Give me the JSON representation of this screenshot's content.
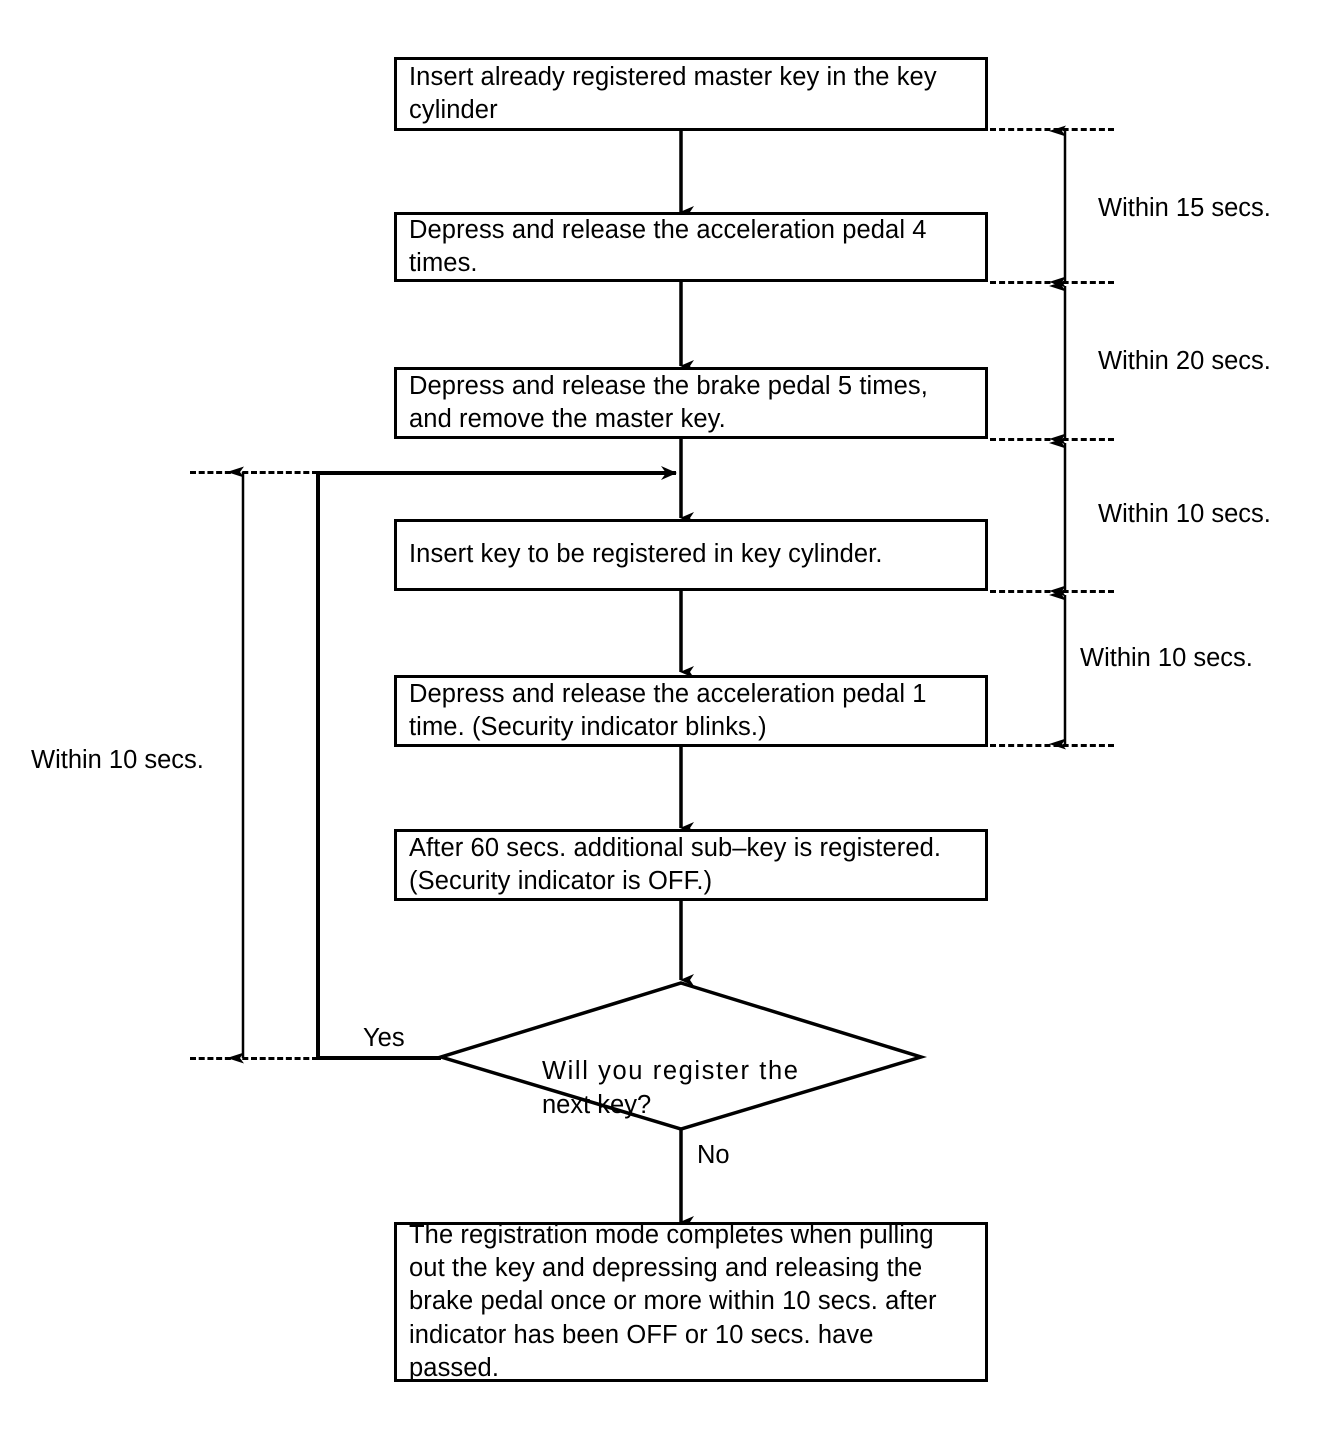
{
  "diagram": {
    "title": "Additional key registration procedure flowchart",
    "type": "flowchart",
    "line_color": "#000000",
    "background": "#ffffff"
  },
  "nodes": {
    "step1": {
      "shape": "process",
      "text": "Insert already registered master key in the key\ncylinder"
    },
    "step2": {
      "shape": "process",
      "text": "Depress and release the acceleration pedal 4\ntimes."
    },
    "step3": {
      "shape": "process",
      "text": "Depress and release the brake pedal 5 times,\nand remove the master key."
    },
    "step4": {
      "shape": "process",
      "text": "Insert key to be registered in key cylinder."
    },
    "step5": {
      "shape": "process",
      "text": "Depress and release the acceleration pedal 1\ntime. (Security indicator blinks.)"
    },
    "step6": {
      "shape": "process",
      "text": "After 60 secs. additional sub–key is registered.\n(Security indicator is OFF.)"
    },
    "decision": {
      "shape": "diamond",
      "line1": "Will you register the",
      "line2": "next key?"
    },
    "step7": {
      "shape": "process",
      "text": "The registration mode completes when pulling\nout the key and depressing and releasing the\nbrake pedal once or more within 10 secs. after\nindicator has been OFF or 10 secs. have\npassed."
    }
  },
  "edge_labels": {
    "yes": "Yes",
    "no": "No"
  },
  "timing_annotations": {
    "right": [
      {
        "id": "t15",
        "text": "Within 15 secs."
      },
      {
        "id": "t20",
        "text": "Within 20 secs."
      },
      {
        "id": "t10a",
        "text": "Within 10 secs."
      },
      {
        "id": "t10b",
        "text": "Within 10 secs."
      }
    ],
    "left": [
      {
        "id": "t10loop",
        "text": "Within 10 secs."
      }
    ]
  }
}
